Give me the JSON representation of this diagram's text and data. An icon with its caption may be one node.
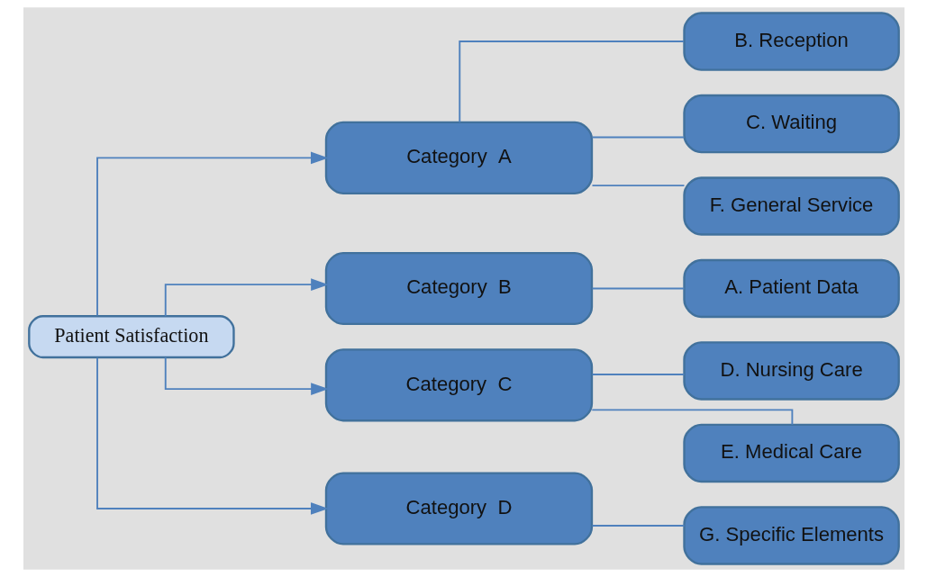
{
  "diagram": {
    "nodes": [
      {
        "text": [
          "Patient Satisfaction"
        ]
      },
      {
        "text": [
          "Category  A"
        ]
      },
      {
        "text": [
          "Category  B"
        ]
      },
      {
        "text": [
          "Category  C"
        ]
      },
      {
        "text": [
          "Category  D"
        ]
      },
      {
        "text": [
          "B. Reception"
        ]
      },
      {
        "text": [
          "C. Waiting"
        ]
      },
      {
        "text": [
          "F. General Service"
        ]
      },
      {
        "text": [
          "A. Patient Data"
        ]
      },
      {
        "text": [
          "D. Nursing Care"
        ]
      },
      {
        "text": [
          "E. Medical Care"
        ]
      },
      {
        "text": [
          "G. Specific Elements"
        ]
      }
    ],
    "edges": [
      {
        "from": 0,
        "to": 1,
        "arrow": "to"
      },
      {
        "from": 0,
        "to": 2,
        "arrow": "to"
      },
      {
        "from": 0,
        "to": 3,
        "arrow": "to"
      },
      {
        "from": 0,
        "to": 4,
        "arrow": "to"
      },
      {
        "from": 1,
        "to": 5,
        "arrow": "none"
      },
      {
        "from": 1,
        "to": 6,
        "arrow": "none"
      },
      {
        "from": 1,
        "to": 7,
        "arrow": "none"
      },
      {
        "from": 2,
        "to": 8,
        "arrow": "none"
      },
      {
        "from": 3,
        "to": 9,
        "arrow": "none"
      },
      {
        "from": 3,
        "to": 10,
        "arrow": "none"
      },
      {
        "from": 4,
        "to": 11,
        "arrow": "none"
      }
    ]
  }
}
